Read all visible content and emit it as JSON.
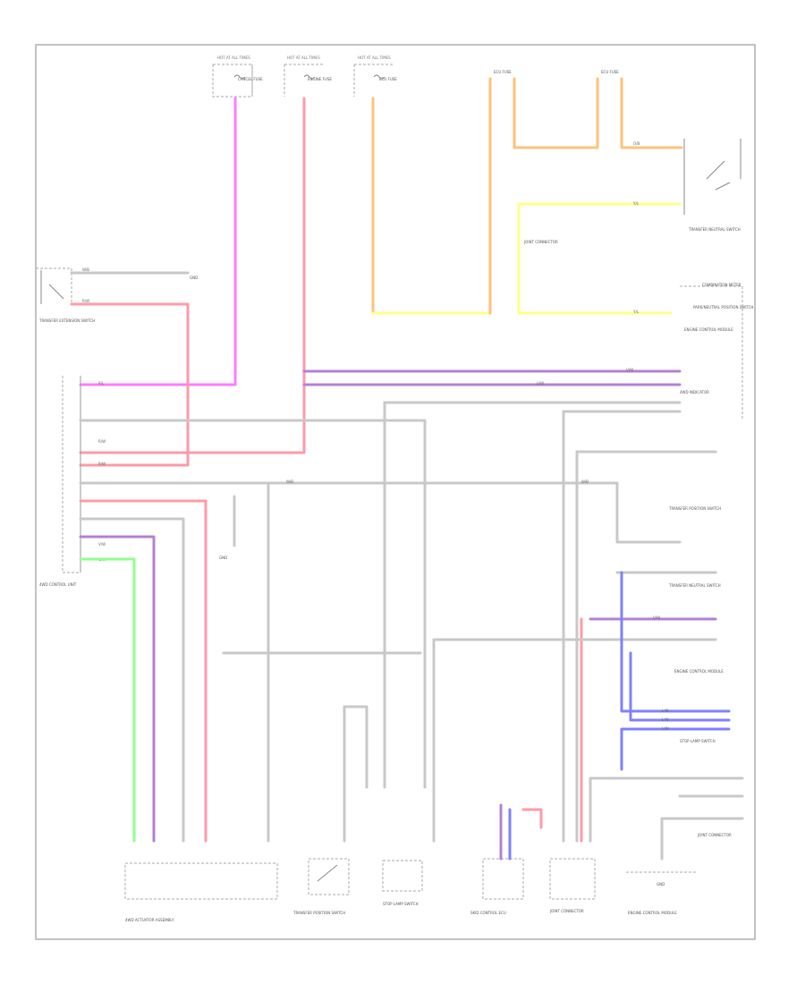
{
  "page": {
    "code": ""
  },
  "colors": {
    "pink": "#ff7bff",
    "orange": "#ffc27a",
    "yellow": "#ffff8a",
    "red": "#ff9aa8",
    "purple": "#b480d2",
    "blue": "#8080ff",
    "green": "#90ff90",
    "gray": "#c8c8c8",
    "frame": "#9a9a9a"
  },
  "fuses": [
    {
      "top": "HOT AT ALL TIMES",
      "label": "CANCEL FUSE"
    },
    {
      "top": "HOT AT ALL TIMES",
      "label": "ENGINE FUSE"
    },
    {
      "top": "HOT AT ALL TIMES",
      "label": "ECU FUSE"
    }
  ],
  "components": {
    "left_switch": "TRANSFER EXTENSION SWITCH",
    "control_unit": "4WD CONTROL UNIT",
    "actuator": "4WD ACTUATOR ASSEMBLY",
    "transfer_switch": "TRANSFER POSITION SWITCH",
    "stop_switch": "STOP LAMP SWITCH",
    "skid_control": "SKID CONTROL ECU",
    "right_connector": "JOINT CONNECTOR",
    "engine_ecu": "ENGINE CONTROL MODULE",
    "neutral_switch": "TRANSFER NEUTRAL SWITCH",
    "park_switch": "PARK/NEUTRAL POSITION SWITCH",
    "combination_meter": "COMBINATION METER",
    "buzzer": "4WD INDICATOR",
    "ground": "GND"
  },
  "wire_codes": {
    "pink": "P/L",
    "red": "R/W",
    "orange": "O/B",
    "yellow": "Y/L",
    "purple": "V/W",
    "blue": "L/W",
    "green": "G/W",
    "gray": "W/B"
  }
}
